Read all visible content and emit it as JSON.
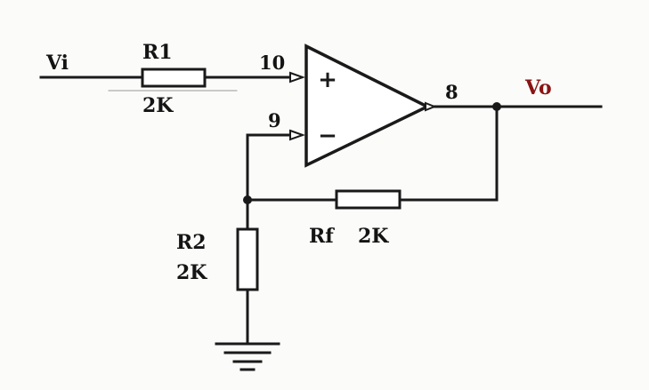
{
  "labels": {
    "vi": "Vi",
    "vo": "Vo",
    "r1_name": "R1",
    "r1_value": "2K",
    "r2_name": "R2",
    "r2_value": "2K",
    "rf_name": "Rf",
    "rf_value": "2K",
    "pin_noninv": "10",
    "pin_inv": "9",
    "pin_out": "8"
  },
  "opamp": {
    "plus_sign": "+",
    "minus_sign": "−"
  },
  "colors": {
    "wire": "#1a1a1a",
    "resistor_fill": "#ffffff",
    "vo_label": "#8a1414"
  }
}
